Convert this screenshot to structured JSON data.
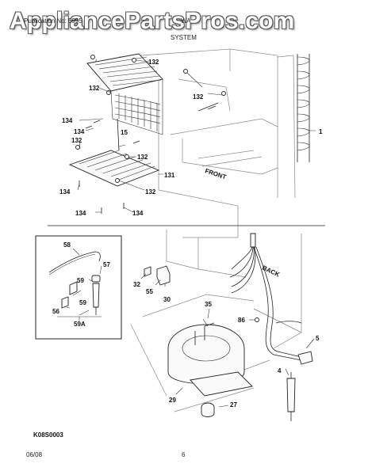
{
  "watermark": "AppliancePartsPros.com",
  "header": {
    "publication_text": "Publication No: 5995",
    "section_prefix": "WA",
    "section_title": "SYSTEM"
  },
  "figure_code": "K08S0003",
  "footer": {
    "date": "06/08",
    "page": "6"
  },
  "front_label": "FRONT",
  "back_label": "BACK",
  "callouts": {
    "c132a": "132",
    "c132b": "132",
    "c132c": "132",
    "c132d": "132",
    "c132e": "132",
    "c132f": "132",
    "c134a": "134",
    "c134b": "134",
    "c134c": "134",
    "c134d": "134",
    "c134e": "134",
    "c15": "15",
    "c131": "131",
    "c1": "1",
    "c58": "58",
    "c57": "57",
    "c59": "59",
    "c56": "56",
    "c59a": "59A",
    "c32": "32",
    "c55": "55",
    "c30": "30",
    "c35": "35",
    "c86": "86",
    "c5": "5",
    "c4": "4",
    "c29": "29",
    "c27": "27"
  }
}
